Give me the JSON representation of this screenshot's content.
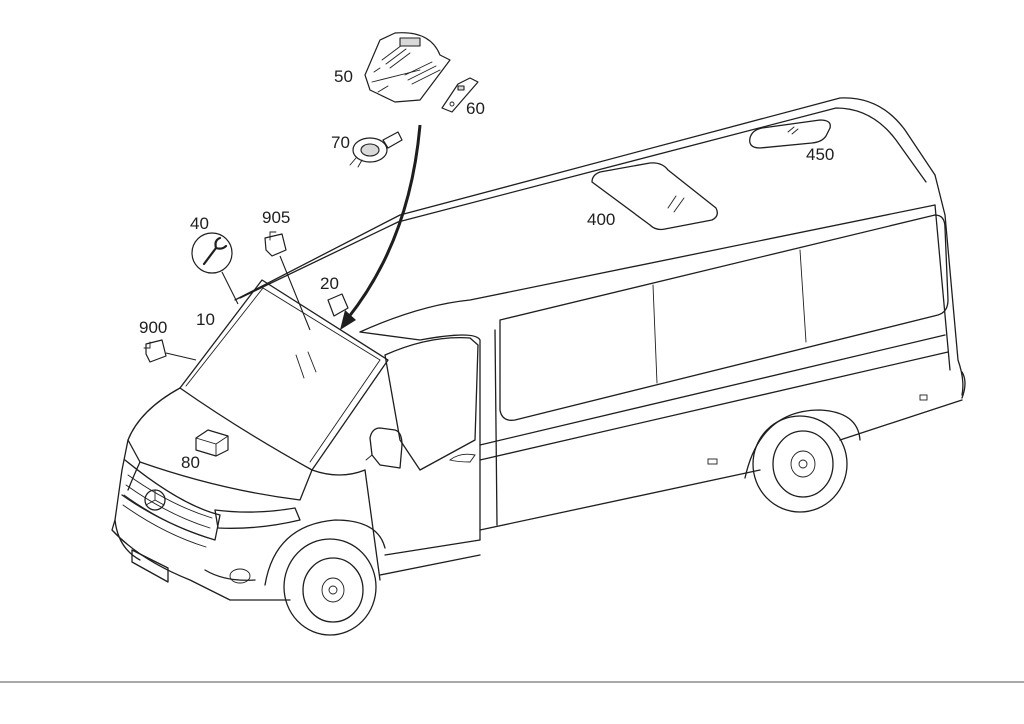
{
  "callouts": {
    "c10": "10",
    "c20": "20",
    "c40": "40",
    "c50": "50",
    "c60": "60",
    "c70": "70",
    "c80": "80",
    "c400": "400",
    "c450": "450",
    "c900": "900",
    "c905": "905"
  },
  "icons": {
    "wrench": "wrench-icon",
    "arrow": "curved-arrow-icon"
  },
  "colors": {
    "line": "#1e1e1e",
    "background": "#ffffff"
  }
}
